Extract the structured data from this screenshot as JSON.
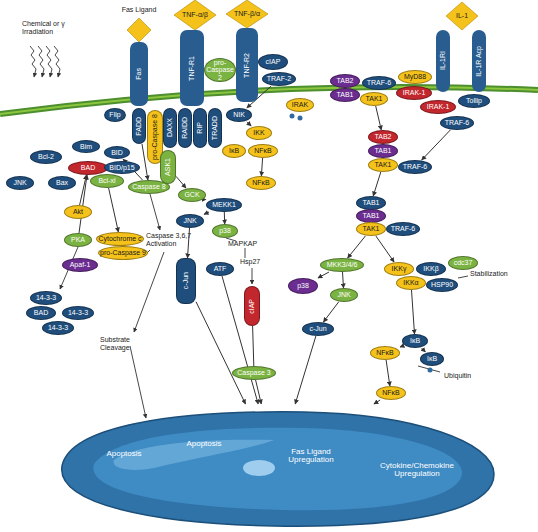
{
  "diagram": {
    "nodes": [
      {
        "text": [
          "Fas Ligand"
        ]
      },
      {
        "text": [
          "Fas"
        ]
      },
      {
        "text": [
          "TNF-α/β"
        ]
      },
      {
        "text": [
          "TNF-R1"
        ]
      },
      {
        "text": [
          "TNF-β/α"
        ]
      },
      {
        "text": [
          "TNF-R2"
        ]
      },
      {
        "text": [
          "IL-1"
        ]
      },
      {
        "text": [
          "IL-1RI"
        ]
      },
      {
        "text": [
          "IL-1R Acp"
        ]
      },
      {
        "text": [
          "Bcl-2"
        ]
      },
      {
        "text": [
          "Bim"
        ]
      },
      {
        "text": [
          "JNK"
        ]
      },
      {
        "text": [
          "Bax"
        ]
      },
      {
        "text": [
          "BAD"
        ]
      },
      {
        "text": [
          "BID"
        ]
      },
      {
        "text": [
          "BID/p15"
        ]
      },
      {
        "text": [
          "Bcl-xl"
        ]
      },
      {
        "text": [
          "Akt"
        ]
      },
      {
        "text": [
          "PKA"
        ]
      },
      {
        "text": [
          "Apaf-1"
        ]
      },
      {
        "text": [
          "Cytochrome c"
        ]
      },
      {
        "text": [
          "pro-Caspase 9"
        ]
      },
      {
        "text": [
          "14-3-3"
        ]
      },
      {
        "text": [
          "BAD"
        ]
      },
      {
        "text": [
          "14-3-3"
        ]
      },
      {
        "text": [
          "14-3-3"
        ]
      },
      {
        "text": [
          "Flip"
        ]
      },
      {
        "text": [
          "FADD"
        ]
      },
      {
        "text": [
          "pro-Caspase 8"
        ]
      },
      {
        "text": [
          "Caspase 8"
        ]
      },
      {
        "text": [
          "DAXX"
        ]
      },
      {
        "text": [
          "RAIDD"
        ]
      },
      {
        "text": [
          "RIP"
        ]
      },
      {
        "text": [
          "TRADD"
        ]
      },
      {
        "text": [
          "ASK1"
        ]
      },
      {
        "text": [
          "pro-Caspase 2"
        ]
      },
      {
        "text": [
          "cIAP"
        ]
      },
      {
        "text": [
          "TRAF-2"
        ]
      },
      {
        "text": [
          "NIK"
        ]
      },
      {
        "text": [
          "IKK"
        ]
      },
      {
        "text": [
          "IκB"
        ]
      },
      {
        "text": [
          "NFκB"
        ]
      },
      {
        "text": [
          "NFκB"
        ]
      },
      {
        "text": [
          "GCK"
        ]
      },
      {
        "text": [
          "MEKK1"
        ]
      },
      {
        "text": [
          "JNK"
        ]
      },
      {
        "text": [
          "p38"
        ]
      },
      {
        "text": [
          "c-Jun"
        ]
      },
      {
        "text": [
          "ATF"
        ]
      },
      {
        "text": [
          "cIAP"
        ]
      },
      {
        "text": [
          "Caspase 3"
        ]
      },
      {
        "text": [
          "IRAK"
        ]
      },
      {
        "text": [
          "TAB2"
        ]
      },
      {
        "text": [
          "TAB1"
        ]
      },
      {
        "text": [
          "TAK1"
        ]
      },
      {
        "text": [
          "TRAF-6"
        ]
      },
      {
        "text": [
          "MyD88"
        ]
      },
      {
        "text": [
          "IRAK-1"
        ]
      },
      {
        "text": [
          "IRAK-1"
        ]
      },
      {
        "text": [
          "Tollip"
        ]
      },
      {
        "text": [
          "TRAF-6"
        ]
      },
      {
        "text": [
          "TAB2"
        ]
      },
      {
        "text": [
          "TAB1"
        ]
      },
      {
        "text": [
          "TAK1"
        ]
      },
      {
        "text": [
          "TRAF-6"
        ]
      },
      {
        "text": [
          "TAB1"
        ]
      },
      {
        "text": [
          "TAB1"
        ]
      },
      {
        "text": [
          "TAK1"
        ]
      },
      {
        "text": [
          "TRAF-6"
        ]
      },
      {
        "text": [
          "MKK3/4/6"
        ]
      },
      {
        "text": [
          "p38"
        ]
      },
      {
        "text": [
          "JNK"
        ]
      },
      {
        "text": [
          "c-Jun"
        ]
      },
      {
        "text": [
          "IKKγ"
        ]
      },
      {
        "text": [
          "IKKβ"
        ]
      },
      {
        "text": [
          "IKKα"
        ]
      },
      {
        "text": [
          "cdc37"
        ]
      },
      {
        "text": [
          "HSP90"
        ]
      },
      {
        "text": [
          "IκB"
        ]
      },
      {
        "text": [
          "NFκB"
        ]
      },
      {
        "text": [
          "IκB"
        ]
      },
      {
        "text": [
          "NFκB"
        ]
      },
      {
        "text": [
          "Apoptosis",
          "Apoptosis",
          "Fas Ligand Upregulation",
          "Cytokine/Chemokine Upregulation"
        ]
      }
    ],
    "edges": [
      {
        "from": 17,
        "to": 13,
        "arrow": "to"
      },
      {
        "from": 18,
        "to": 13,
        "arrow": "to"
      },
      {
        "from": 16,
        "to": 20,
        "arrow": "to"
      },
      {
        "from": 27,
        "to": 29,
        "arrow": "to"
      },
      {
        "from": 29,
        "to": 14,
        "arrow": "to"
      },
      {
        "from": 34,
        "to": 43,
        "arrow": "to"
      },
      {
        "from": 43,
        "to": 44,
        "arrow": "to"
      },
      {
        "from": 44,
        "to": 45,
        "arrow": "to"
      },
      {
        "from": 44,
        "to": 46,
        "arrow": "to"
      },
      {
        "from": 45,
        "to": 47,
        "arrow": "to"
      },
      {
        "from": 37,
        "to": 38,
        "arrow": "to"
      },
      {
        "from": 38,
        "to": 39,
        "arrow": "to"
      },
      {
        "from": 41,
        "to": 42,
        "arrow": "to"
      },
      {
        "from": 49,
        "to": 50,
        "arrow": "none"
      },
      {
        "from": 47,
        "to": 82,
        "arrow": "to"
      },
      {
        "from": 48,
        "to": 82,
        "arrow": "to"
      },
      {
        "from": 50,
        "to": 82,
        "arrow": "to"
      },
      {
        "from": 72,
        "to": 82,
        "arrow": "to"
      },
      {
        "from": 81,
        "to": 82,
        "arrow": "to"
      },
      {
        "from": 54,
        "to": 61,
        "arrow": "to"
      },
      {
        "from": 60,
        "to": 64,
        "arrow": "to"
      },
      {
        "from": 63,
        "to": 65,
        "arrow": "to"
      },
      {
        "from": 67,
        "to": 69,
        "arrow": "to"
      },
      {
        "from": 67,
        "to": 73,
        "arrow": "to"
      },
      {
        "from": 69,
        "to": 70,
        "arrow": "to"
      },
      {
        "from": 69,
        "to": 71,
        "arrow": "to"
      },
      {
        "from": 71,
        "to": 72,
        "arrow": "to"
      },
      {
        "from": 75,
        "to": 78,
        "arrow": "to"
      },
      {
        "from": 78,
        "to": 79,
        "arrow": "to"
      },
      {
        "from": 78,
        "to": 80,
        "arrow": "to"
      },
      {
        "from": 79,
        "to": 81,
        "arrow": "to"
      }
    ],
    "labels": [
      "Chemical or γ Irradiation",
      "Caspase 3,6,7 Activation",
      "Substrate Cleavage",
      "MAPKAP",
      "Hsp27",
      "Stabilization",
      "Ubiquitin"
    ]
  }
}
